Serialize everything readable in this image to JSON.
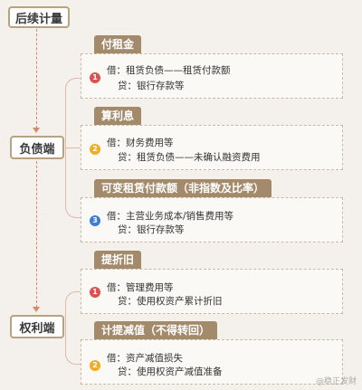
{
  "top_box": "后续计量",
  "liability": {
    "label": "负债端",
    "items": [
      {
        "tag": "付租金",
        "num": "1",
        "color": "#d9534f",
        "debit": "借：租赁负债——租赁付款额",
        "credit": "贷：银行存款等"
      },
      {
        "tag": "算利息",
        "num": "2",
        "color": "#f0ad1e",
        "debit": "借：财务费用等",
        "credit": "贷：租赁负债——未确认融资费用"
      },
      {
        "tag": "可变租赁付款额（非指数及比率）",
        "num": "3",
        "color": "#3b7dd8",
        "debit": "借：主营业务成本/销售费用等",
        "credit": "贷：银行存款等"
      }
    ]
  },
  "asset": {
    "label": "权利端",
    "items": [
      {
        "tag": "提折旧",
        "num": "1",
        "color": "#d9534f",
        "debit": "借：管理费用等",
        "credit": "贷：使用权资产累计折旧"
      },
      {
        "tag": "计提减值（不得转回）",
        "num": "2",
        "color": "#f0ad1e",
        "debit": "借：资产减值损失",
        "credit": "贷：使用权资产减值准备"
      }
    ]
  },
  "watermark": "@稳正发财"
}
